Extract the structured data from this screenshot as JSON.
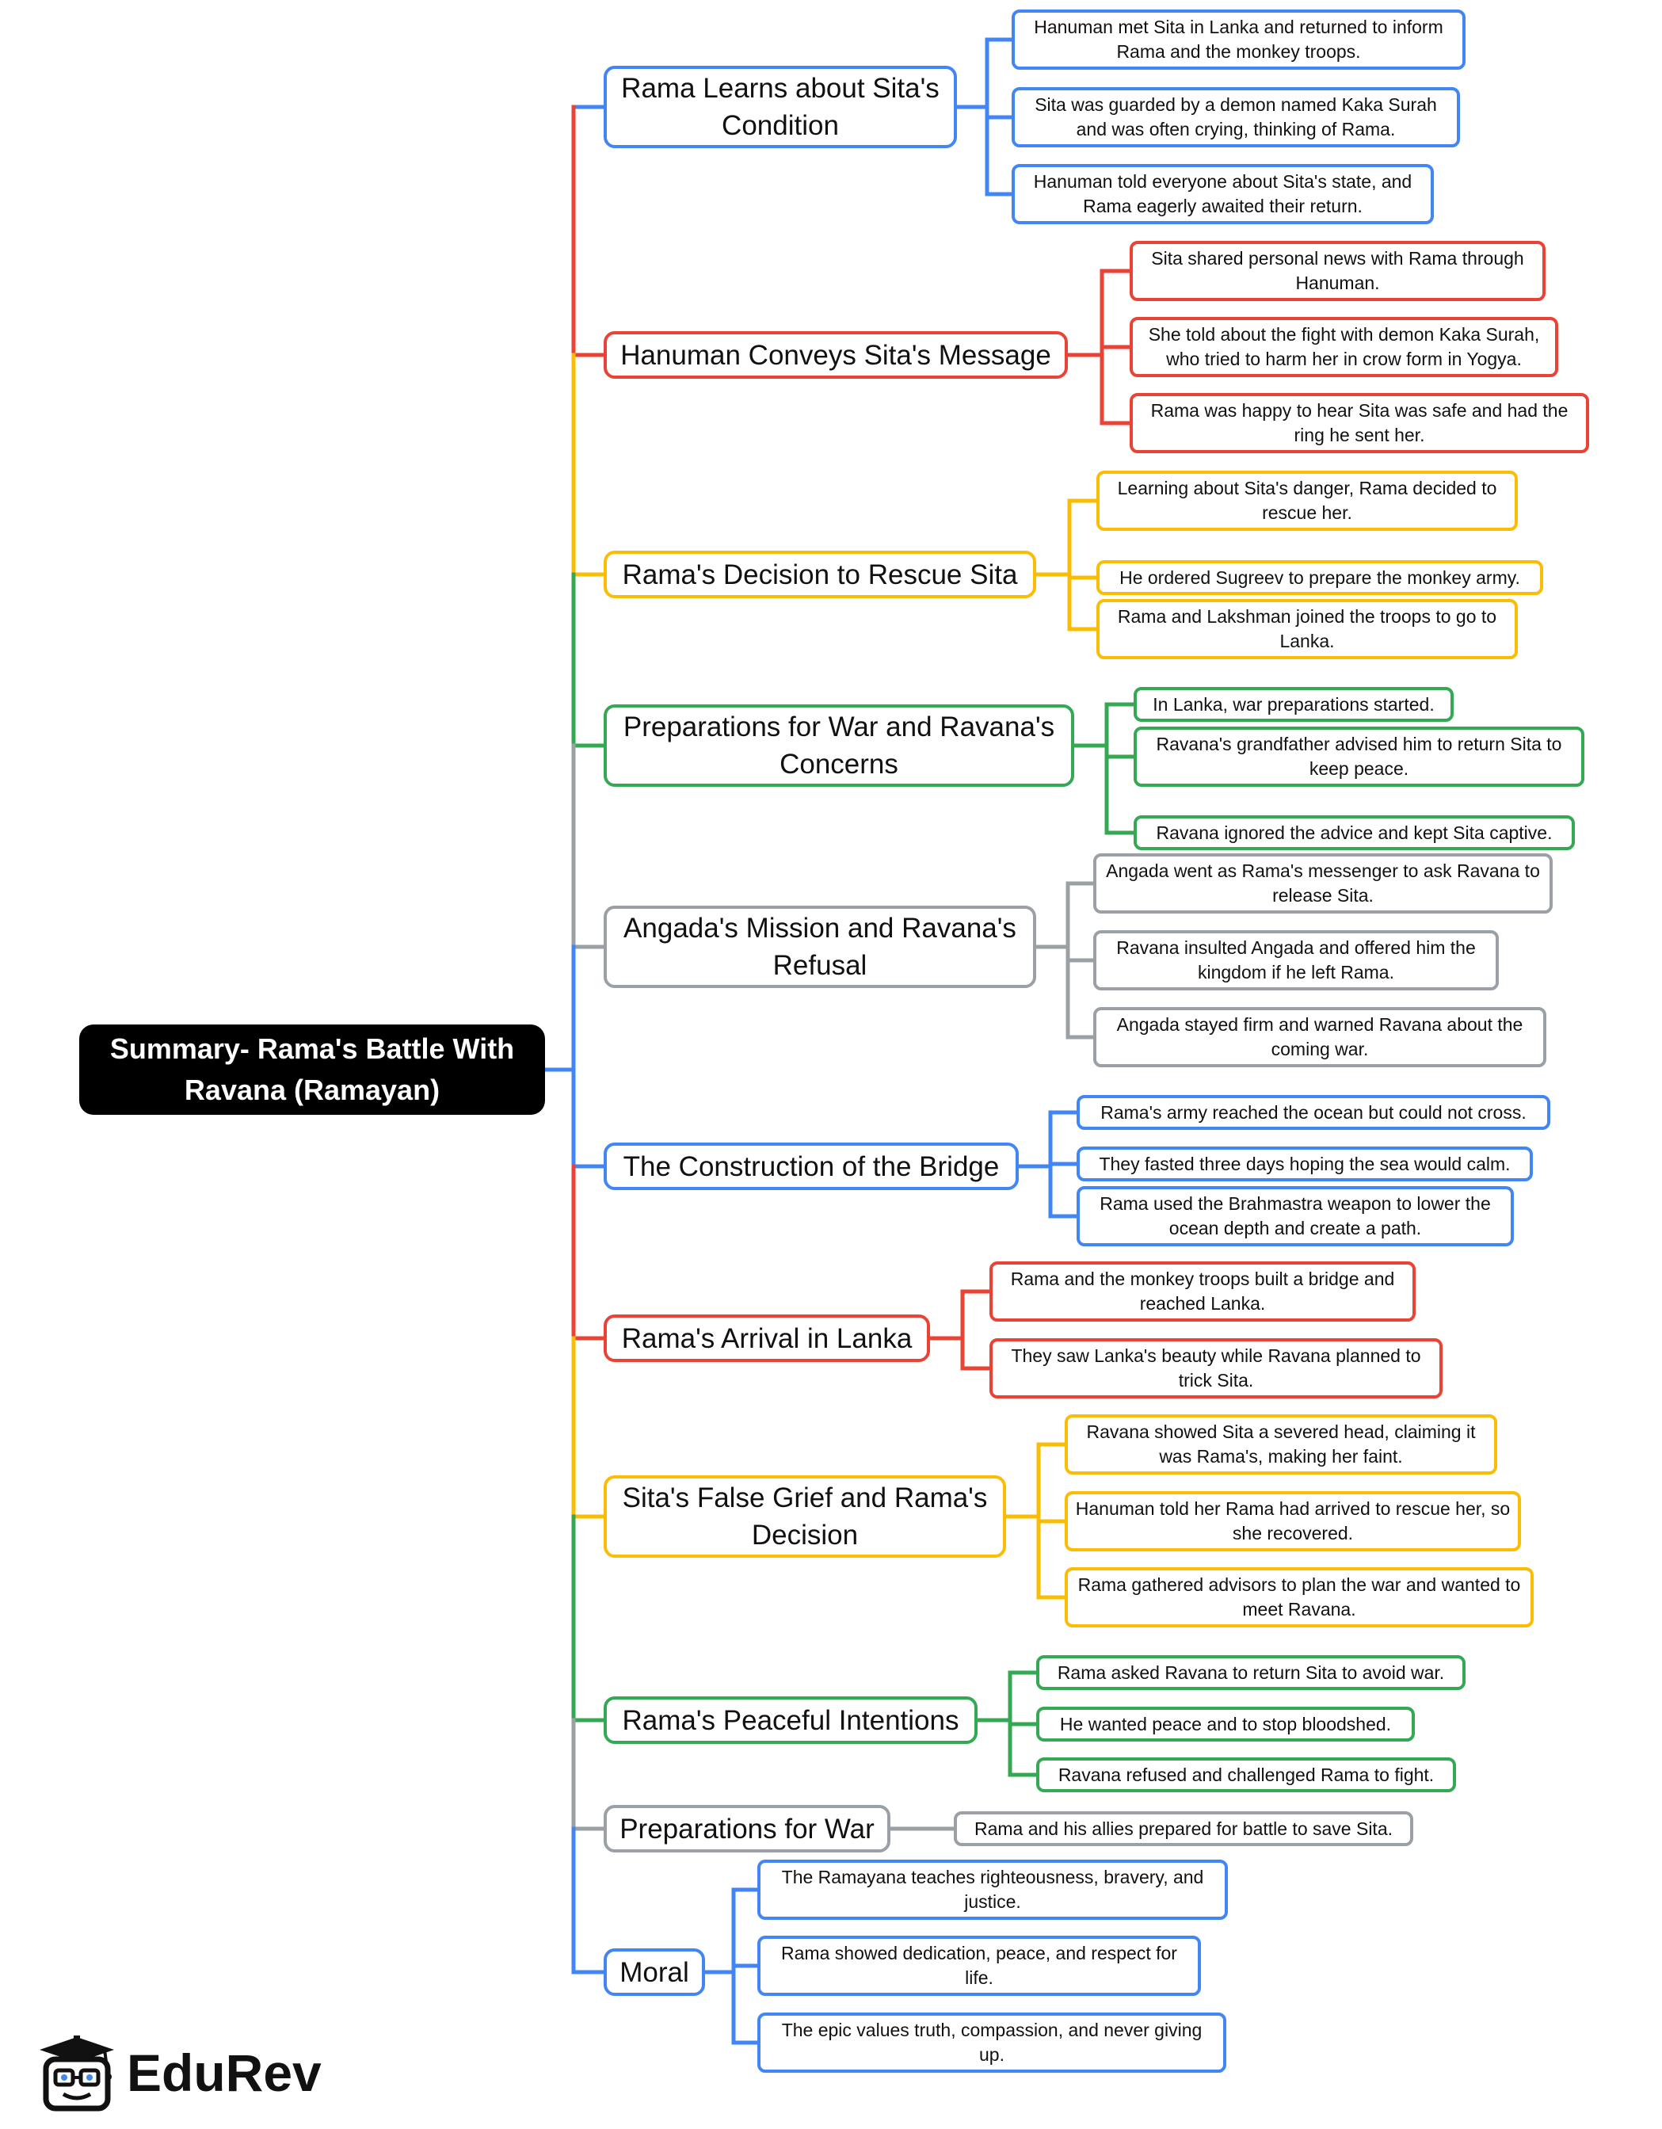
{
  "root": {
    "title": "Summary- Rama's Battle With Ravana (Ramayan)"
  },
  "logo": {
    "name": "EduRev"
  },
  "colors": {
    "blue": "#4285f4",
    "red": "#ea4335",
    "yellow": "#fbbc04",
    "green": "#34a853",
    "gray": "#9aa0a6"
  },
  "branches": [
    {
      "title": "Rama Learns about Sita's Condition",
      "color": "blue",
      "items": [
        "Hanuman met Sita in Lanka and returned to inform Rama and the monkey troops.",
        "Sita was guarded by a demon named Kaka Surah and was often crying, thinking of Rama.",
        "Hanuman told everyone about Sita's state, and Rama eagerly awaited their return."
      ]
    },
    {
      "title": "Hanuman Conveys Sita's Message",
      "color": "red",
      "items": [
        "Sita shared personal news with Rama through Hanuman.",
        "She told about the fight with demon Kaka Surah, who tried to harm her in crow form in Yogya.",
        "Rama was happy to hear Sita was safe and had the ring he sent her."
      ]
    },
    {
      "title": "Rama's Decision to Rescue Sita",
      "color": "yellow",
      "items": [
        "Learning about Sita's danger, Rama decided to rescue her.",
        "He ordered Sugreev to prepare the monkey army.",
        "Rama and Lakshman joined the troops to go to Lanka."
      ]
    },
    {
      "title": "Preparations for War and Ravana's Concerns",
      "color": "green",
      "items": [
        "In Lanka, war preparations started.",
        "Ravana's grandfather advised him to return Sita to keep peace.",
        "Ravana ignored the advice and kept Sita captive."
      ]
    },
    {
      "title": "Angada's Mission and Ravana's Refusal",
      "color": "gray",
      "items": [
        "Angada went as Rama's messenger to ask Ravana to release Sita.",
        "Ravana insulted Angada and offered him the kingdom if he left Rama.",
        "Angada stayed firm and warned Ravana about the coming war."
      ]
    },
    {
      "title": "The Construction of the Bridge",
      "color": "blue",
      "items": [
        "Rama's army reached the ocean but could not cross.",
        "They fasted three days hoping the sea would calm.",
        "Rama used the Brahmastra weapon to lower the ocean depth and create a path."
      ]
    },
    {
      "title": "Rama's Arrival in Lanka",
      "color": "red",
      "items": [
        "Rama and the monkey troops built a bridge and reached Lanka.",
        "They saw Lanka's beauty while Ravana planned to trick Sita."
      ]
    },
    {
      "title": "Sita's False Grief and Rama's Decision",
      "color": "yellow",
      "items": [
        "Ravana showed Sita a severed head, claiming it was Rama's, making her faint.",
        "Hanuman told her Rama had arrived to rescue her, so she recovered.",
        "Rama gathered advisors to plan the war and wanted to meet Ravana."
      ]
    },
    {
      "title": "Rama's Peaceful Intentions",
      "color": "green",
      "items": [
        "Rama asked Ravana to return Sita to avoid war.",
        "He wanted peace and to stop bloodshed.",
        "Ravana refused and challenged Rama to fight."
      ]
    },
    {
      "title": "Preparations for War",
      "color": "gray",
      "items": [
        "Rama and his allies prepared for battle to save Sita."
      ]
    },
    {
      "title": "Moral",
      "color": "blue",
      "items": [
        "The Ramayana teaches righteousness, bravery, and justice.",
        "Rama showed dedication, peace, and respect for life.",
        "The epic values truth, compassion, and never giving up."
      ]
    }
  ]
}
